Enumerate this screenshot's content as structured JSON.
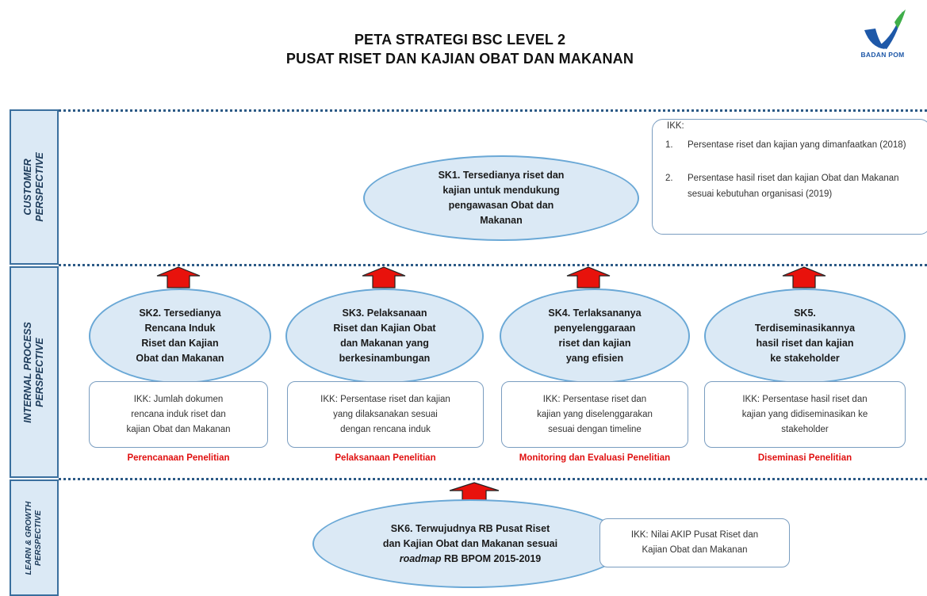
{
  "header": {
    "title_line1": "PETA STRATEGI BSC LEVEL 2",
    "title_line2": "PUSAT RISET DAN KAJIAN OBAT DAN MAKANAN",
    "logo_text": "BADAN POM"
  },
  "perspectives": {
    "customer": "CUSTOMER\nPERSPECTIVE",
    "internal": "INTERNAL PROCESS\nPERSPECTIVE",
    "learn": "LEARN & GROWTH\nPERSPECTIVE"
  },
  "objectives": {
    "sk1": "SK1. Tersedianya riset dan\nkajian untuk mendukung\npengawasan Obat dan\nMakanan",
    "sk2": "SK2. Tersedianya\nRencana Induk\nRiset dan Kajian\nObat dan Makanan",
    "sk3": "SK3. Pelaksanaan\nRiset dan Kajian Obat\ndan Makanan yang\nberkesinambungan",
    "sk4": "SK4. Terlaksananya\npenyelenggaraan\nriset dan kajian\nyang efisien",
    "sk5": "SK5.\nTerdiseminasikannya\nhasil riset dan kajian\nke stakeholder",
    "sk6_line1": "SK6. Terwujudnya RB Pusat Riset",
    "sk6_line2": "dan Kajian Obat dan Makanan sesuai",
    "sk6_line3_italic": "roadmap",
    "sk6_line3_rest": " RB BPOM 2015-2019"
  },
  "ikk_customer": {
    "head": "IKK:",
    "items": [
      {
        "num": "1.",
        "text": "Persentase riset dan kajian yang dimanfaatkan (2018)"
      },
      {
        "num": "2.",
        "text": "Persentase hasil riset dan kajian Obat dan Makanan sesuai kebutuhan organisasi (2019)"
      }
    ]
  },
  "ikk_boxes": {
    "sk2": "IKK: Jumlah dokumen\nrencana induk riset dan\nkajian Obat dan Makanan",
    "sk3": "IKK: Persentase riset dan kajian\nyang dilaksanakan sesuai\ndengan rencana induk",
    "sk4": "IKK: Persentase riset dan\nkajian yang diselenggarakan\nsesuai dengan timeline",
    "sk5": "IKK: Persentase hasil riset dan\nkajian yang didiseminasikan ke\nstakeholder",
    "sk6": "IKK: Nilai AKIP Pusat Riset dan\nKajian Obat dan Makanan"
  },
  "process_labels": {
    "sk2": "Perencanaan Penelitian",
    "sk3": "Pelaksanaan Penelitian",
    "sk4": "Monitoring dan Evaluasi Penelitian",
    "sk5": "Diseminasi Penelitian"
  },
  "colors": {
    "oval_fill": "#dbe9f5",
    "oval_border": "#6aa8d6",
    "arrow_red": "#e8120c",
    "label_red": "#e01010",
    "logo_blue": "#1e58a8"
  }
}
